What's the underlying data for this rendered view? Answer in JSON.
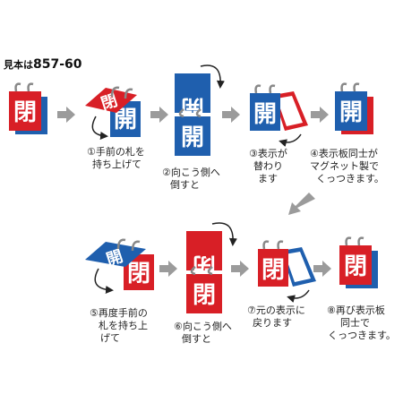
{
  "title_prefix": "見本は",
  "title_code": "857-60",
  "sign_kanji": "閉",
  "sign_kanji_open": "開",
  "colors": {
    "red": "#d81f26",
    "blue": "#1f5fae",
    "arrow": "#9b9b9b",
    "ring": "#888888"
  },
  "steps": [
    {
      "lines": [
        "①手前の札を",
        "持ち上げて"
      ]
    },
    {
      "lines": [
        "②向こう側へ",
        "倒すと"
      ]
    },
    {
      "lines": [
        "③表示が",
        "替わり",
        "ます"
      ]
    },
    {
      "lines": [
        "④表示板同士が",
        "マグネット製で",
        "くっつきます。"
      ]
    },
    {
      "lines": [
        "⑤再度手前の",
        "札を持ち上",
        "げて"
      ]
    },
    {
      "lines": [
        "⑥向こう側へ",
        "倒すと"
      ]
    },
    {
      "lines": [
        "⑦元の表示に",
        "戻ります"
      ]
    },
    {
      "lines": [
        "⑧再び表示板",
        "同士で",
        "くっつきます。"
      ]
    }
  ]
}
